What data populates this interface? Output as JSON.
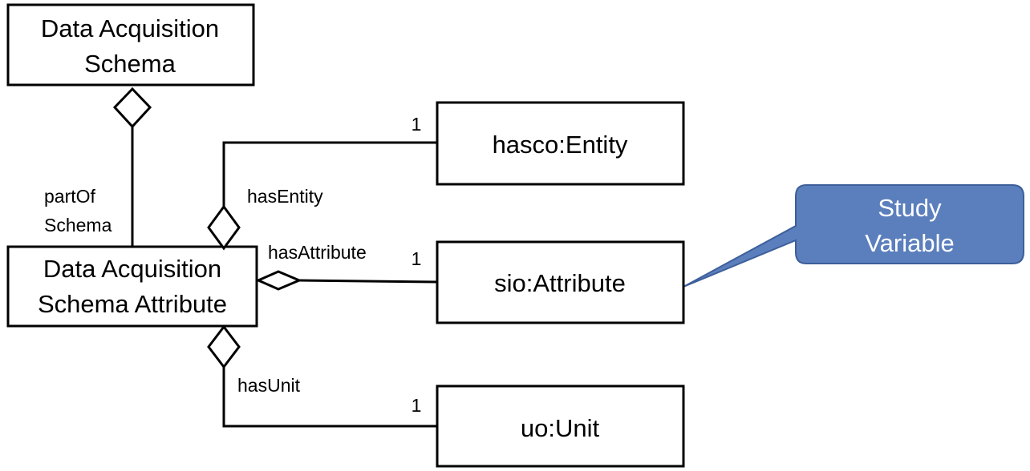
{
  "nodes": {
    "schema": {
      "line1": "Data Acquisition",
      "line2": "Schema"
    },
    "schema_attribute": {
      "line1": "Data Acquisition",
      "line2": "Schema Attribute"
    },
    "entity": {
      "label": "hasco:Entity"
    },
    "attribute": {
      "label": "sio:Attribute"
    },
    "unit": {
      "label": "uo:Unit"
    }
  },
  "edges": {
    "part_of_schema": {
      "line1": "partOf",
      "line2": "Schema"
    },
    "has_entity": {
      "label": "hasEntity",
      "multiplicity": "1"
    },
    "has_attribute": {
      "label": "hasAttribute",
      "multiplicity": "1"
    },
    "has_unit": {
      "label": "hasUnit",
      "multiplicity": "1"
    }
  },
  "callout": {
    "line1": "Study",
    "line2": "Variable",
    "color": "#5b7fbd"
  }
}
